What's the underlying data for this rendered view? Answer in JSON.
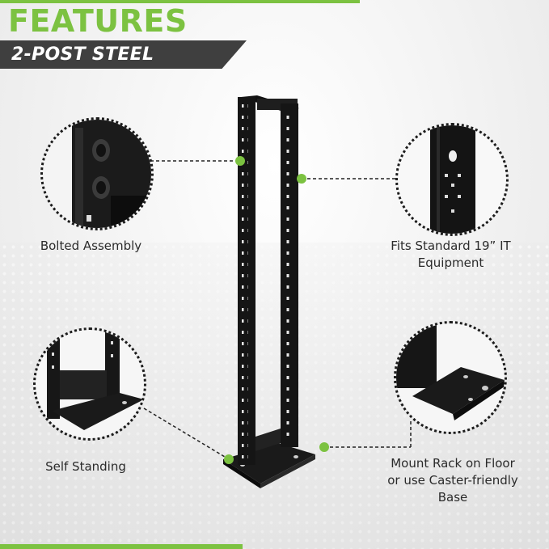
{
  "header": {
    "title": "FEATURES",
    "subtitle": "2-POST STEEL"
  },
  "callouts": {
    "bolted": "Bolted Assembly",
    "fits_line1": "Fits Standard 19” IT",
    "fits_line2": "Equipment",
    "self_standing": "Self Standing",
    "mount_line1": "Mount Rack on Floor",
    "mount_line2": "or use Caster-friendly",
    "mount_line3": "Base"
  },
  "colors": {
    "accent": "#7cc241",
    "dark_bar": "#3f3f3f",
    "rack": "#151515"
  }
}
